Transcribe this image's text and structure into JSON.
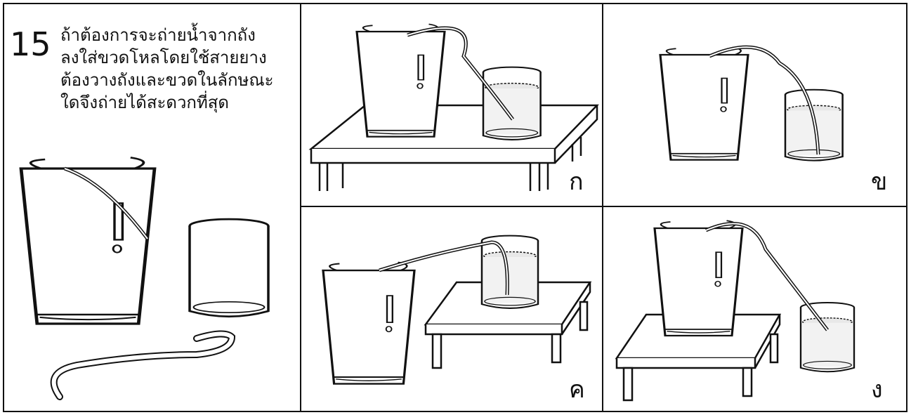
{
  "question": {
    "number": "15",
    "lines": [
      "ถ้าต้องการจะถ่ายน้ำจากถัง",
      "ลงใส่ขวดโหลโดยใช้สายยาง",
      "ต้องวางถังและขวดในลักษณะ",
      "ใดจึงถ่ายได้สะดวกที่สุด"
    ]
  },
  "choices": [
    {
      "label": "ก",
      "arrangement": "bucket-on-table-jar-on-table"
    },
    {
      "label": "ข",
      "arrangement": "bucket-and-jar-same-level"
    },
    {
      "label": "ค",
      "arrangement": "jar-on-table-bucket-on-floor"
    },
    {
      "label": "ง",
      "arrangement": "bucket-on-table-jar-on-floor"
    }
  ]
}
